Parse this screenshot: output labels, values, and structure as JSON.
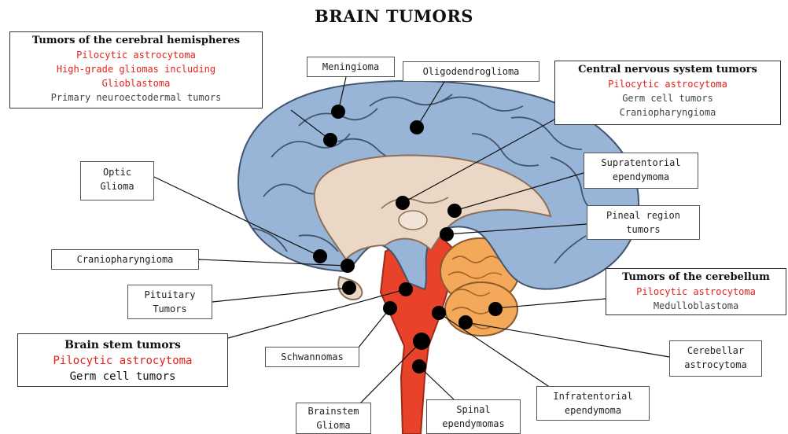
{
  "title": "BRAIN TUMORS",
  "colors": {
    "cortex": "#98b4d6",
    "tumor_marker": "#000000",
    "cerebellum": "#f4a85a",
    "brainstem": "#e8432a",
    "red_text": "#e5221b"
  },
  "labels": {
    "hemispheres": {
      "heading": "Tumors of the cerebral hemispheres",
      "items": [
        "Pilocytic astrocytoma",
        "High-grade gliomas including",
        "Glioblastoma",
        "Primary neuroectodermal tumors"
      ]
    },
    "meningioma": "Meningioma",
    "oligodendroglioma": "Oligodendroglioma",
    "cns": {
      "heading": "Central nervous system tumors",
      "items": [
        "Pilocytic astrocytoma",
        "Germ cell tumors",
        "Craniopharyngioma"
      ]
    },
    "optic_glioma": [
      "Optic",
      "Glioma"
    ],
    "supratentorial": [
      "Supratentorial",
      "ependymoma"
    ],
    "pineal": [
      "Pineal region",
      "tumors"
    ],
    "craniopharyngioma": "Craniopharyngioma",
    "pituitary": [
      "Pituitary",
      "Tumors"
    ],
    "cerebellum": {
      "heading": "Tumors of the cerebellum",
      "items": [
        "Pilocytic astrocytoma",
        "Medulloblastoma"
      ]
    },
    "brainstem_box": {
      "heading": "Brain stem tumors",
      "items": [
        "Pilocytic astrocytoma",
        "Germ cell tumors"
      ]
    },
    "schwannomas": "Schwannomas",
    "cerebellar_astro": [
      "Cerebellar",
      "astrocytoma"
    ],
    "infratentorial": [
      "Infratentorial",
      "ependymoma"
    ],
    "brainstem_glioma": [
      "Brainstem",
      "Glioma"
    ],
    "spinal": [
      "Spinal",
      "ependymomas"
    ]
  }
}
